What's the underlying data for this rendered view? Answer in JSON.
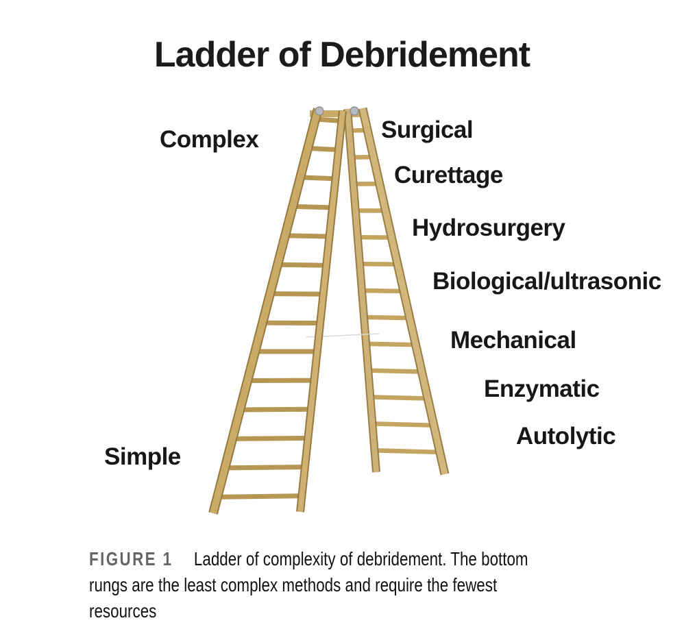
{
  "title": "Ladder of Debridement",
  "ladder": {
    "left_labels": {
      "top": "Complex",
      "bottom": "Simple"
    },
    "methods_top_to_bottom": [
      "Surgical",
      "Curettage",
      "Hydrosurgery",
      "Biological/ultrasonic",
      "Mechanical",
      "Enzymatic",
      "Autolytic"
    ]
  },
  "caption": {
    "tag": "FIGURE 1",
    "lines": [
      "Ladder of complexity of debridement. The bottom",
      "rungs are the least complex methods and require the fewest",
      "resources"
    ]
  },
  "colors": {
    "wood_light": "#cfb173",
    "wood_dark": "#96793f",
    "rung": "#b79552",
    "hinge_metal": "#b6b9bd",
    "text": "#171717",
    "caption_tag": "#666666"
  }
}
